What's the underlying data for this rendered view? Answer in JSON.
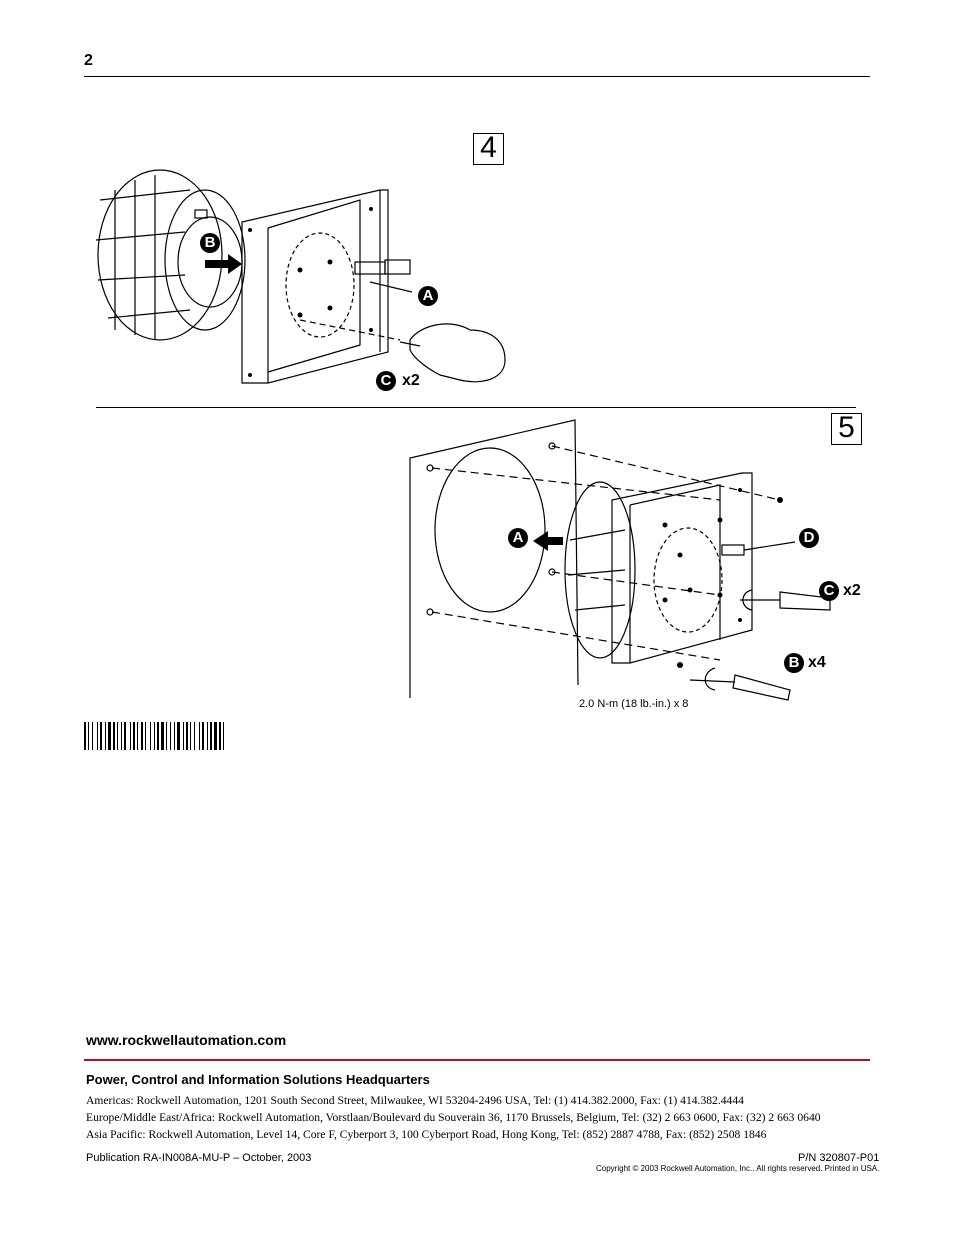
{
  "page": {
    "number": "2"
  },
  "step4": {
    "label": "4",
    "callouts": {
      "a": "A",
      "b": "B",
      "c": "C"
    },
    "c_multiplier": "x2"
  },
  "step5": {
    "label": "5",
    "callouts": {
      "a": "A",
      "b": "B",
      "c": "C",
      "d": "D"
    },
    "c_multiplier": "x2",
    "b_multiplier": "x4",
    "torque_note": "2.0 N-m (18 lb.-in.) x 8"
  },
  "footer": {
    "website": "www.rockwellautomation.com",
    "hq_title": "Power, Control and Information Solutions Headquarters",
    "addresses": [
      "Americas: Rockwell Automation, 1201 South Second Street, Milwaukee, WI 53204-2496 USA, Tel: (1) 414.382.2000, Fax: (1) 414.382.4444",
      "Europe/Middle East/Africa: Rockwell Automation, Vorstlaan/Boulevard du Souverain 36, 1170 Brussels, Belgium, Tel: (32) 2 663 0600, Fax: (32) 2 663 0640",
      "Asia Pacific: Rockwell Automation, Level 14, Core F, Cyberport 3, 100 Cyberport Road, Hong Kong, Tel: (852) 2887 4788, Fax: (852) 2508 1846"
    ],
    "publication": "Publication RA-IN008A-MU-P – October, 2003",
    "part_number": "P/N 320807-P01",
    "copyright": "Copyright © 2003 Rockwell Automation, Inc.. All rights reserved. Printed in USA."
  },
  "colors": {
    "accent_rule": "#b0111b"
  }
}
